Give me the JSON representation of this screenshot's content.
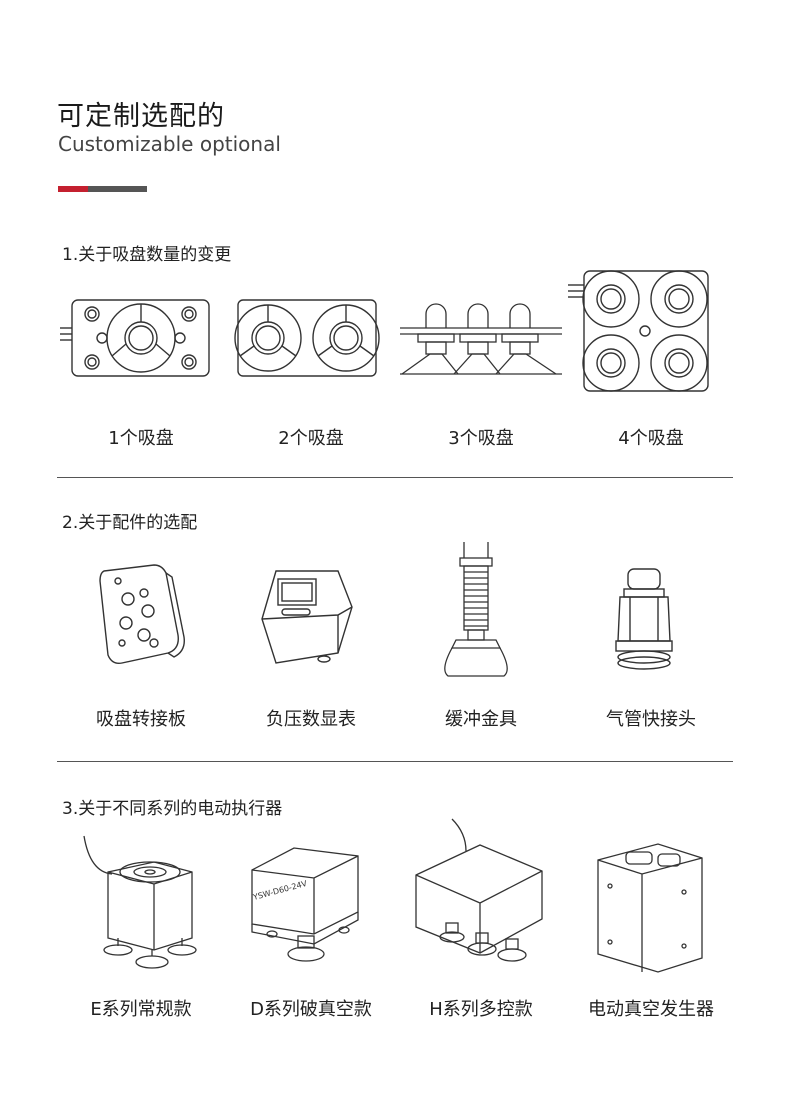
{
  "header": {
    "title_cn": "可定制选配的",
    "title_en": "Customizable optional",
    "accent_colors": [
      "#c4202f",
      "#555555"
    ]
  },
  "sections": [
    {
      "heading": "1.关于吸盘数量的变更",
      "items": [
        {
          "label": "1个吸盘",
          "icon": "single-suction-cup-icon"
        },
        {
          "label": "2个吸盘",
          "icon": "double-suction-cup-icon"
        },
        {
          "label": "3个吸盘",
          "icon": "triple-suction-cup-icon"
        },
        {
          "label": "4个吸盘",
          "icon": "quad-suction-cup-icon"
        }
      ]
    },
    {
      "heading": "2.关于配件的选配",
      "items": [
        {
          "label": "吸盘转接板",
          "icon": "adapter-plate-icon"
        },
        {
          "label": "负压数显表",
          "icon": "vacuum-gauge-icon"
        },
        {
          "label": "缓冲金具",
          "icon": "buffer-fitting-icon"
        },
        {
          "label": "气管快接头",
          "icon": "quick-connector-icon"
        }
      ]
    },
    {
      "heading": "3.关于不同系列的电动执行器",
      "items": [
        {
          "label": "E系列常规款",
          "icon": "e-series-actuator-icon"
        },
        {
          "label": "D系列破真空款",
          "icon": "d-series-actuator-icon",
          "marking": "YSW-D60-24V"
        },
        {
          "label": "H系列多控款",
          "icon": "h-series-actuator-icon"
        },
        {
          "label": "电动真空发生器",
          "icon": "vacuum-generator-icon"
        }
      ]
    }
  ]
}
